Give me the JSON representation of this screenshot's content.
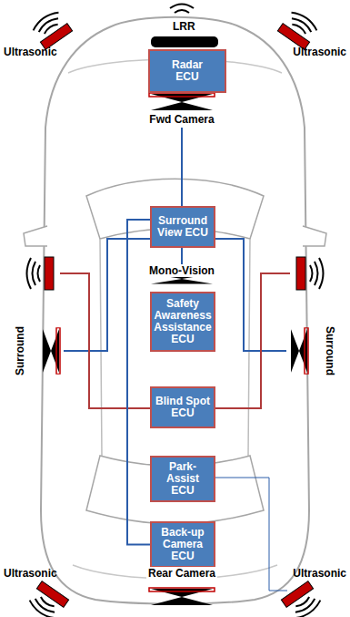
{
  "diagram": {
    "nodes": [
      {
        "text": [
          "Radar ECU"
        ]
      },
      {
        "text": [
          "Surround View ECU"
        ]
      },
      {
        "text": [
          "Safety Awareness Assistance ECU"
        ]
      },
      {
        "text": [
          "Blind Spot ECU"
        ]
      },
      {
        "text": [
          "Park-Assist ECU"
        ]
      },
      {
        "text": [
          "Back-up Camera ECU"
        ]
      }
    ],
    "edges": [
      {
        "from": 1,
        "to": 5,
        "arrow": "none"
      }
    ],
    "labels": [
      "LRR",
      "Ultrasonic",
      "Ultrasonic",
      "Fwd Camera",
      "Mono-Vision",
      "Surround",
      "Surround",
      "Ultrasonic",
      "Rear Camera",
      "Ultrasonic"
    ]
  }
}
